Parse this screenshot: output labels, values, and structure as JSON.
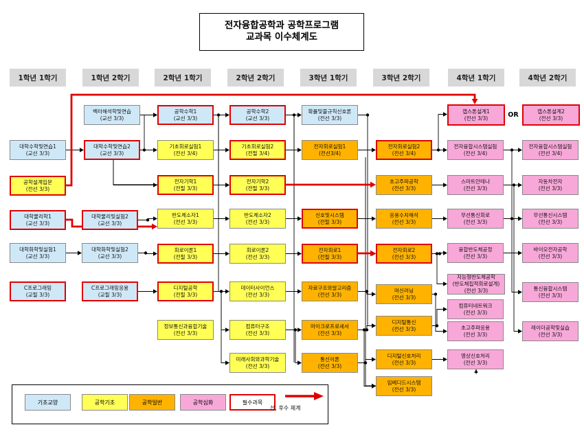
{
  "title": {
    "line1": "전자융합공학과 공학프로그램",
    "line2": "교과목 이수체계도"
  },
  "semesters": [
    "1학년 1학기",
    "1학년 2학기",
    "2학년 1학기",
    "2학년 2학기",
    "3학년 1학기",
    "3학년 2학기",
    "4학년 1학기",
    "4학년 2학기"
  ],
  "or_label": "OR",
  "colors": {
    "기초교양": "#cfe8f7",
    "공학기초": "#ffff55",
    "공학일반": "#ffb300",
    "공학심화": "#f7a8d8",
    "필수과목": "#e00000",
    "line": "#000000"
  },
  "courses": [
    {
      "id": "c11",
      "name": "대학수학및연습1",
      "info": "(교선 3/3)",
      "cat": "기초교양",
      "req": false
    },
    {
      "id": "c12",
      "name": "공학설계입문",
      "info": "(전선 3/3)",
      "cat": "공학기초",
      "req": true
    },
    {
      "id": "c13",
      "name": "대학물리학1",
      "info": "(교선 3/3)",
      "cat": "기초교양",
      "req": true
    },
    {
      "id": "c14",
      "name": "대학화학및실험1",
      "info": "(교선 3/3)",
      "cat": "기초교양",
      "req": false
    },
    {
      "id": "c15",
      "name": "C프로그래밍",
      "info": "(교필 3/3)",
      "cat": "기초교양",
      "req": true
    },
    {
      "id": "c21",
      "name": "벡터해석학및연습",
      "info": "(교선 3/3)",
      "cat": "기초교양",
      "req": false
    },
    {
      "id": "c22",
      "name": "대학수학및연습2",
      "info": "(교선 3/3)",
      "cat": "기초교양",
      "req": true
    },
    {
      "id": "c23",
      "name": "대학물리및실험2",
      "info": "(교선 3/3)",
      "cat": "기초교양",
      "req": true
    },
    {
      "id": "c24",
      "name": "대학화학및실험2",
      "info": "(교선 3/3)",
      "cat": "기초교양",
      "req": false
    },
    {
      "id": "c25",
      "name": "C프로그래밍응용",
      "info": "(교필 3/3)",
      "cat": "기초교양",
      "req": true
    },
    {
      "id": "c31",
      "name": "공학수학1",
      "info": "(교선 3/3)",
      "cat": "기초교양",
      "req": true
    },
    {
      "id": "c32",
      "name": "기초회로실험1",
      "info": "(전선 3/4)",
      "cat": "공학기초",
      "req": false
    },
    {
      "id": "c33",
      "name": "전자기학1",
      "info": "(전필 3/3)",
      "cat": "공학기초",
      "req": true
    },
    {
      "id": "c34",
      "name": "반도체소자1",
      "info": "(전선 3/3)",
      "cat": "공학기초",
      "req": false
    },
    {
      "id": "c35",
      "name": "회로이론1",
      "info": "(전필 3/3)",
      "cat": "공학기초",
      "req": true
    },
    {
      "id": "c36",
      "name": "디지털공학",
      "info": "(전필 3/3)",
      "cat": "공학기초",
      "req": true
    },
    {
      "id": "c37",
      "name": "정보통신과융합기술",
      "info": "(전선 3/3)",
      "cat": "공학기초",
      "req": false
    },
    {
      "id": "c41",
      "name": "공학수학2",
      "info": "(교선 3/3)",
      "cat": "기초교양",
      "req": true
    },
    {
      "id": "c42",
      "name": "기초회로실험2",
      "info": "(전필 3/4)",
      "cat": "공학기초",
      "req": true
    },
    {
      "id": "c43",
      "name": "전자기학2",
      "info": "(전필 3/3)",
      "cat": "공학기초",
      "req": true
    },
    {
      "id": "c44",
      "name": "반도체소자2",
      "info": "(전선 3/3)",
      "cat": "공학기초",
      "req": false
    },
    {
      "id": "c45",
      "name": "회로이론2",
      "info": "(전선 3/3)",
      "cat": "공학기초",
      "req": false
    },
    {
      "id": "c46",
      "name": "데이터사이언스",
      "info": "(전선 3/3)",
      "cat": "공학기초",
      "req": false
    },
    {
      "id": "c47",
      "name": "컴퓨터구조",
      "info": "(전선 3/3)",
      "cat": "공학기초",
      "req": false
    },
    {
      "id": "c48",
      "name": "미래사회와과학기술",
      "info": "(전선 3/3)",
      "cat": "공학기초",
      "req": false
    },
    {
      "id": "c51",
      "name": "확률및불규칙신호론",
      "info": "(전선 3/3)",
      "cat": "기초교양",
      "req": false
    },
    {
      "id": "c52",
      "name": "전자회로실험1",
      "info": "(전선3/4)",
      "cat": "공학일반",
      "req": false
    },
    {
      "id": "c53",
      "name": "신호및시스템",
      "info": "(전필 3/3)",
      "cat": "공학일반",
      "req": true
    },
    {
      "id": "c54",
      "name": "전자회로1",
      "info": "(전필 3/3)",
      "cat": "공학일반",
      "req": true
    },
    {
      "id": "c55",
      "name": "자료구조와알고리즘",
      "info": "(전선 3/3)",
      "cat": "공학일반",
      "req": false
    },
    {
      "id": "c56",
      "name": "마이크로프로세서",
      "info": "(전선 3/3)",
      "cat": "공학일반",
      "req": false
    },
    {
      "id": "c57",
      "name": "통신이론",
      "info": "(전선 3/3)",
      "cat": "공학일반",
      "req": false
    },
    {
      "id": "c61",
      "name": "전자회로실험2",
      "info": "(전선 3/4)",
      "cat": "공학일반",
      "req": true
    },
    {
      "id": "c62",
      "name": "초고주파공학",
      "info": "(전선 3/3)",
      "cat": "공학일반",
      "req": false
    },
    {
      "id": "c63",
      "name": "응용수치해석",
      "info": "(전선 3/3)",
      "cat": "공학일반",
      "req": false
    },
    {
      "id": "c64",
      "name": "전자회로2",
      "info": "(전선 3/3)",
      "cat": "공학일반",
      "req": true
    },
    {
      "id": "c65",
      "name": "머신러닝",
      "info": "(전선 3/3)",
      "cat": "공학일반",
      "req": false
    },
    {
      "id": "c66",
      "name": "디지털통신",
      "info": "(전선 3/3)",
      "cat": "공학일반",
      "req": false
    },
    {
      "id": "c67",
      "name": "디지털신호처리",
      "info": "(전선 3/3)",
      "cat": "공학일반",
      "req": false
    },
    {
      "id": "c68",
      "name": "임베디드시스템",
      "info": "(전선 3/3)",
      "cat": "공학일반",
      "req": false
    },
    {
      "id": "c71",
      "name": "캡스톤설계1",
      "info": "(전선 3/3)",
      "cat": "공학심화",
      "req": true
    },
    {
      "id": "c72",
      "name": "전자융합시스템실험",
      "info": "(전선 3/4)",
      "cat": "공학심화",
      "req": false
    },
    {
      "id": "c73",
      "name": "스마트안테나",
      "info": "(전선 3/3)",
      "cat": "공학심화",
      "req": false
    },
    {
      "id": "c74",
      "name": "무선통신회로",
      "info": "(전선 3/3)",
      "cat": "공학심화",
      "req": false
    },
    {
      "id": "c75",
      "name": "융합반도체공정",
      "info": "(전선 3/3)",
      "cat": "공학심화",
      "req": false
    },
    {
      "id": "c76",
      "name": "지능형반도체공학\n(반도체집적회로설계)",
      "info": "(전선 3/3)",
      "cat": "공학심화",
      "req": false
    },
    {
      "id": "c77",
      "name": "컴퓨터네트워크",
      "info": "(전선 3/3)",
      "cat": "공학심화",
      "req": false
    },
    {
      "id": "c78",
      "name": "초고주파응용",
      "info": "(전선 3/3)",
      "cat": "공학심화",
      "req": false
    },
    {
      "id": "c79",
      "name": "영상신호처리",
      "info": "(전선 3/3)",
      "cat": "공학심화",
      "req": false
    },
    {
      "id": "c81",
      "name": "캡스톤설계2",
      "info": "(전선 3/3)",
      "cat": "공학심화",
      "req": true
    },
    {
      "id": "c82",
      "name": "전자융합시스템실험",
      "info": "(전선 3/4)",
      "cat": "공학심화",
      "req": false
    },
    {
      "id": "c83",
      "name": "자동차전자",
      "info": "(전선 3/3)",
      "cat": "공학심화",
      "req": false
    },
    {
      "id": "c84",
      "name": "무선통신시스템",
      "info": "(전선 3/3)",
      "cat": "공학심화",
      "req": false
    },
    {
      "id": "c85",
      "name": "바이오전자공학",
      "info": "(전선 3/3)",
      "cat": "공학심화",
      "req": false
    },
    {
      "id": "c86",
      "name": "통신융합시스템",
      "info": "(전선 3/3)",
      "cat": "공학심화",
      "req": false
    },
    {
      "id": "c87",
      "name": "레이더공학및실습",
      "info": "(전선 3/3)",
      "cat": "공학심화",
      "req": false
    }
  ],
  "legend": {
    "items": [
      "기초교양",
      "공학기초",
      "공학일반",
      "공학심화",
      "필수과목"
    ],
    "arrow_label": "선, 후수 체계"
  }
}
